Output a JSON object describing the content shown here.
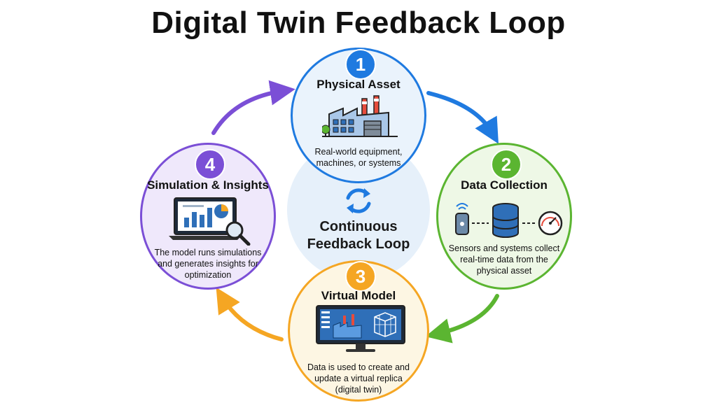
{
  "title": "Digital Twin Feedback Loop",
  "center": {
    "label": "Continuous\nFeedback Loop",
    "icon": "refresh-cycle-icon"
  },
  "colors": {
    "blue": "#1f7ae0",
    "green": "#5bb531",
    "orange": "#f5a623",
    "purple": "#7b4fd6",
    "center_fill": "#e6f0fa"
  },
  "stages": [
    {
      "number": "1",
      "title": "Physical Asset",
      "description": "Real-world equipment,\nmachines, or systems",
      "icon": "factory-icon"
    },
    {
      "number": "2",
      "title": "Data Collection",
      "description": "Sensors and systems collect\nreal-time data from the\nphysical asset",
      "icon": "sensor-database-gauge-icon"
    },
    {
      "number": "3",
      "title": "Virtual Model",
      "description": "Data is used to create and\nupdate a virtual replica\n(digital twin)",
      "icon": "monitor-model-icon"
    },
    {
      "number": "4",
      "title": "Simulation & Insights",
      "description": "The model runs simulations\nand generates insights for\noptimization",
      "icon": "laptop-analytics-icon"
    }
  ]
}
